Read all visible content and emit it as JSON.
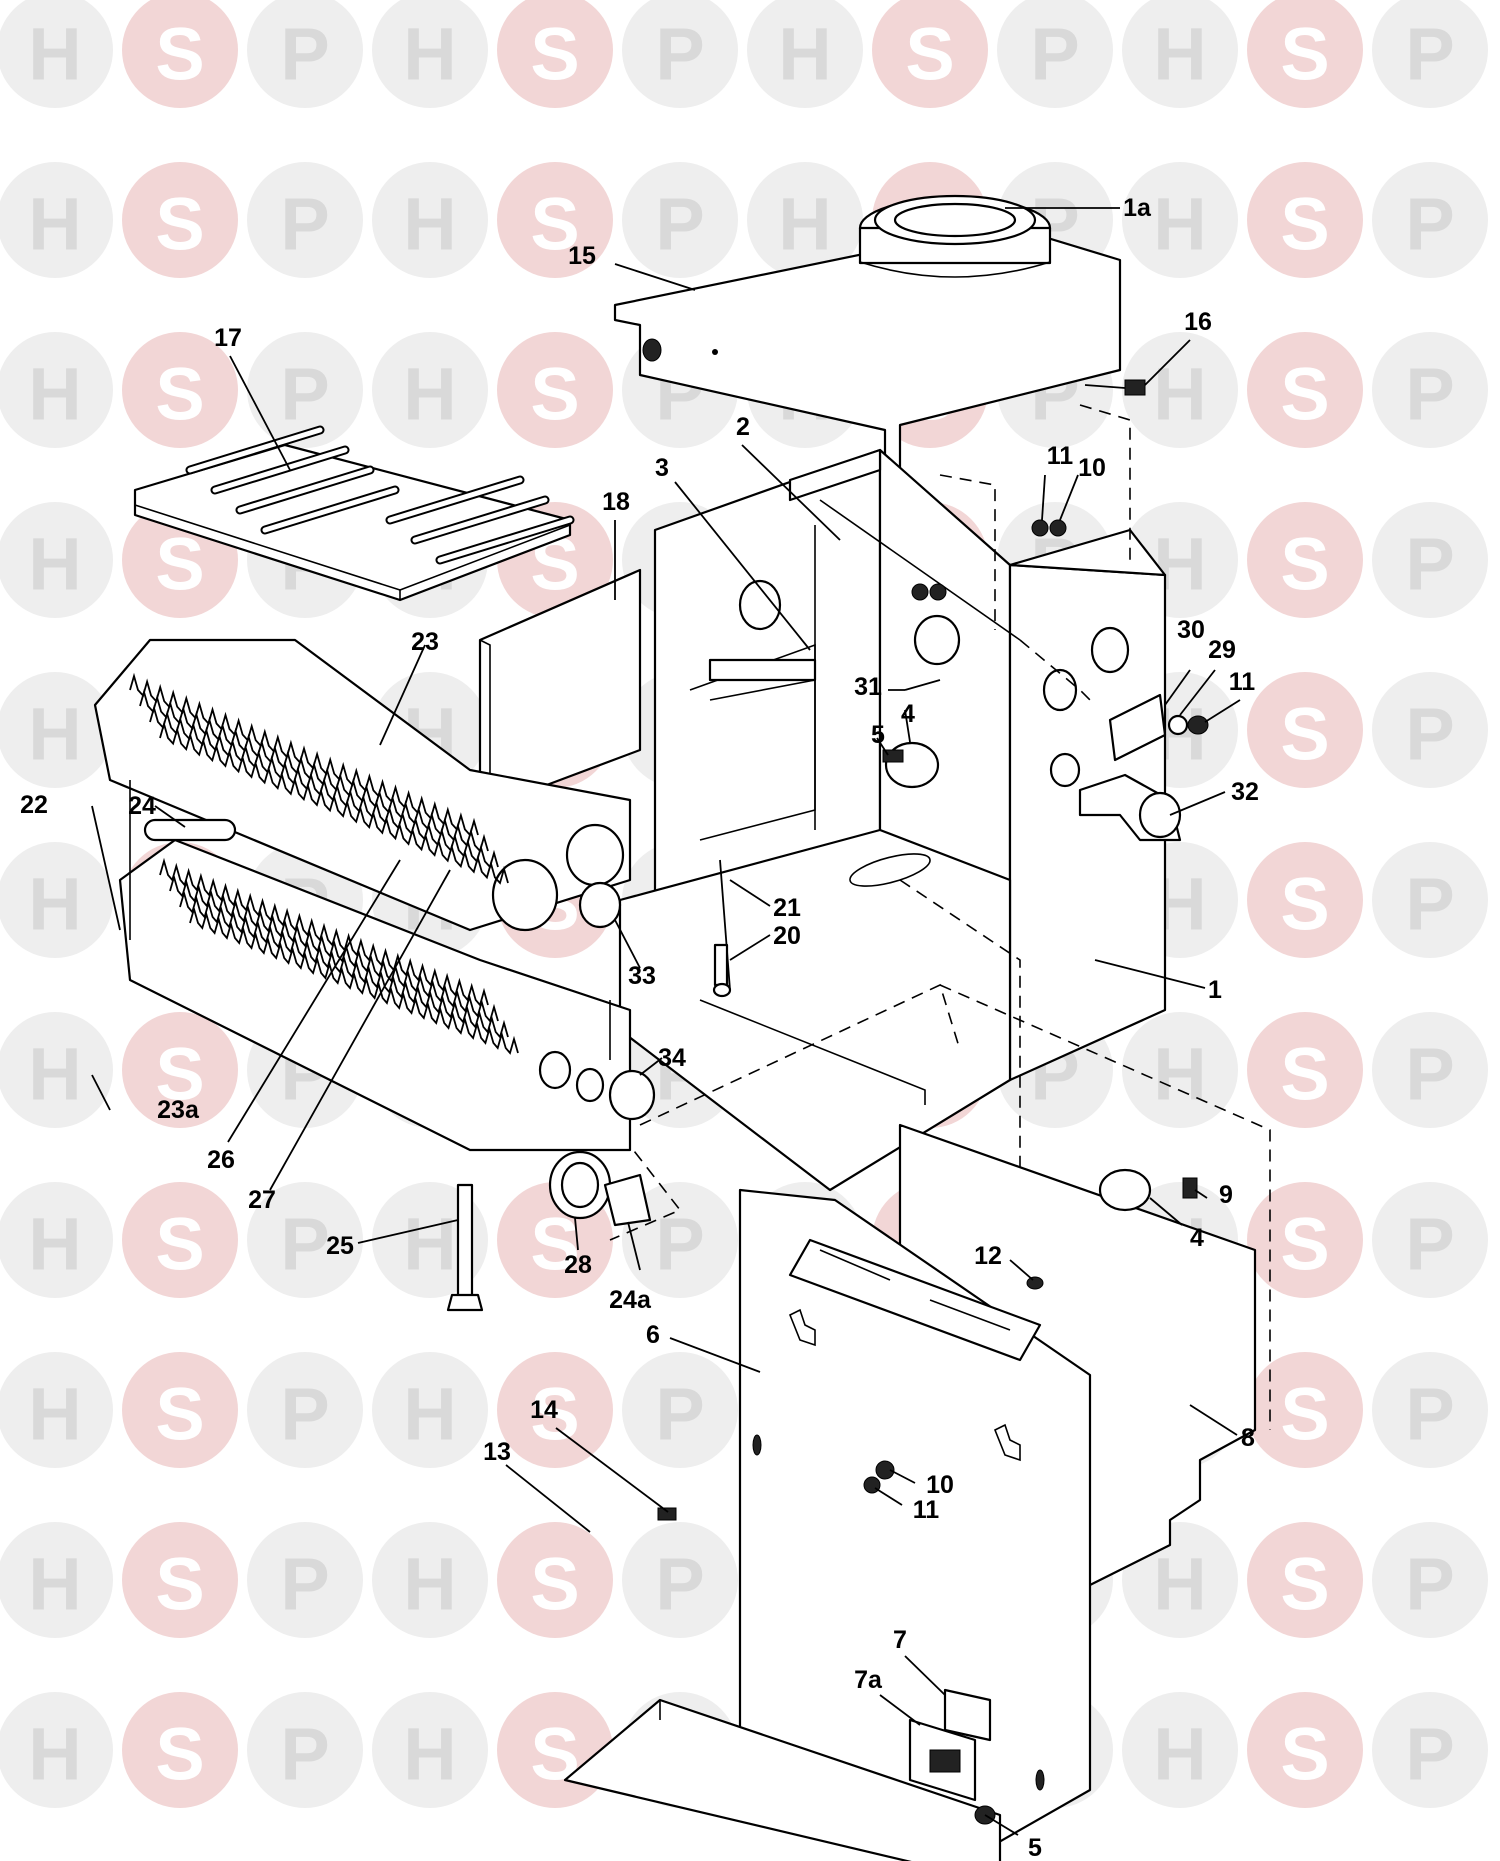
{
  "watermark": {
    "letters": [
      "H",
      "S",
      "P"
    ],
    "grey": "#d9d9d9",
    "pink": "#f2d6d6"
  },
  "callouts": {
    "c1a": "1a",
    "c15": "15",
    "c16": "16",
    "c17": "17",
    "c18": "18",
    "c2": "2",
    "c3": "3",
    "c11_top": "11",
    "c10_top": "10",
    "c23": "23",
    "c22": "22",
    "c24": "24",
    "c30": "30",
    "c29": "29",
    "c11_right": "11",
    "c31": "31",
    "c4_mid": "4",
    "c5_mid": "5",
    "c32": "32",
    "c21": "21",
    "c20": "20",
    "c33": "33",
    "c1": "1",
    "c34": "34",
    "c23a": "23a",
    "c26": "26",
    "c27": "27",
    "c9": "9",
    "c4_low": "4",
    "c25": "25",
    "c28": "28",
    "c24a": "24a",
    "c12": "12",
    "c6": "6",
    "c8": "8",
    "c14": "14",
    "c13": "13",
    "c10_low": "10",
    "c11_low": "11",
    "c7": "7",
    "c7a": "7a",
    "c5_low": "5"
  }
}
